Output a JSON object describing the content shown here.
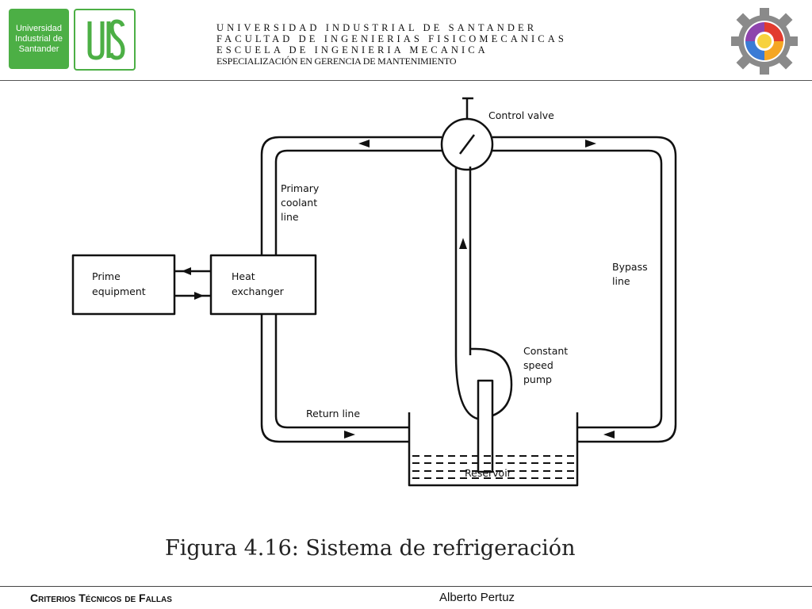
{
  "header": {
    "logo_text": [
      "Universidad",
      "Industrial de",
      "Santander"
    ],
    "lines": [
      "UNIVERSIDAD INDUSTRIAL DE SANTANDER",
      "FACULTAD DE INGENIERIAS FISICOMECANICAS",
      "ESCUELA DE INGENIERIA MECANICA",
      "ESPECIALIZACIÓN EN GERENCIA DE MANTENIMIENTO"
    ]
  },
  "diagram": {
    "labels": {
      "control_valve": "Control valve",
      "primary_coolant_line": [
        "Primary",
        "coolant",
        "line"
      ],
      "prime_equipment": [
        "Prime",
        "equipment"
      ],
      "heat_exchanger": [
        "Heat",
        "exchanger"
      ],
      "bypass_line": [
        "Bypass",
        "line"
      ],
      "constant_speed_pump": [
        "Constant",
        "speed",
        "pump"
      ],
      "return_line": "Return line",
      "reservoir": "Reservoir"
    }
  },
  "caption": "Figura 4.16: Sistema de refrigeración",
  "footer": {
    "left": "Criterios Técnicos de Fallas",
    "right": "Alberto Pertuz"
  },
  "colors": {
    "uis_green": "#4caf45",
    "ink": "#111111"
  }
}
